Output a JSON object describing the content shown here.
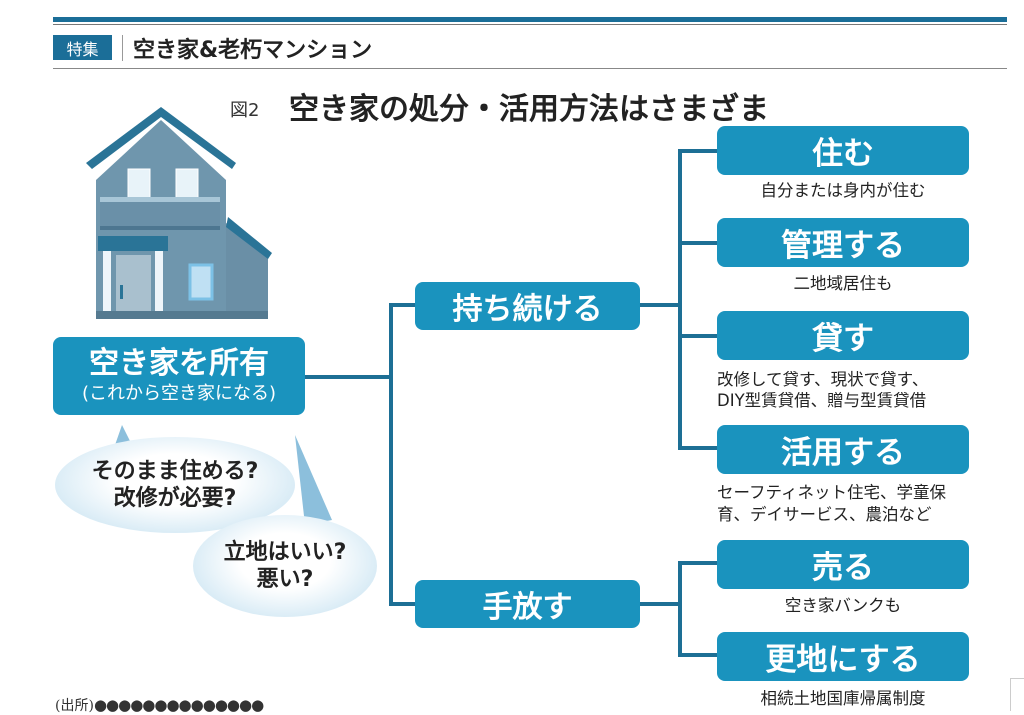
{
  "header": {
    "tag": "特集",
    "section_title": "空き家&老朽マンション"
  },
  "figure": {
    "number": "図2",
    "title": "空き家の処分・活用方法はさまざま"
  },
  "root": {
    "title": "空き家を所有",
    "subtitle": "(これから空き家になる)"
  },
  "bubbles": [
    {
      "lines": [
        "そのまま住める?",
        "改修が必要?"
      ]
    },
    {
      "lines": [
        "立地はいい?",
        "悪い?"
      ]
    }
  ],
  "branches": [
    {
      "label": "持ち続ける",
      "options": [
        {
          "label": "住む",
          "caption": [
            "自分または身内が住む"
          ]
        },
        {
          "label": "管理する",
          "caption": [
            "二地域居住も"
          ]
        },
        {
          "label": "貸す",
          "caption": [
            "改修して貸す、現状で貸す、",
            "DIY型賃貸借、贈与型賃貸借"
          ]
        },
        {
          "label": "活用する",
          "caption": [
            "セーフティネット住宅、学童保",
            "育、デイサービス、農泊など"
          ]
        }
      ]
    },
    {
      "label": "手放す",
      "options": [
        {
          "label": "売る",
          "caption": [
            "空き家バンクも"
          ]
        },
        {
          "label": "更地にする",
          "caption": [
            "相続土地国庫帰属制度"
          ]
        }
      ]
    }
  ],
  "footer": {
    "source_label": "(出所)",
    "source_value": "●●●●●●●●●●●●●●"
  },
  "colors": {
    "box": "#1a93be",
    "line": "#1d6f95",
    "header": "#1b6e98"
  }
}
